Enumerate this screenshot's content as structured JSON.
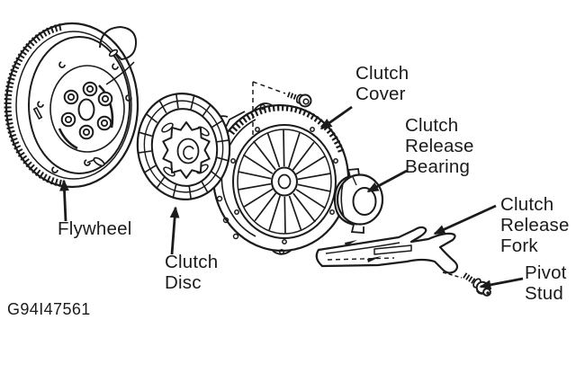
{
  "diagram": {
    "ref_code": "G94I47561",
    "colors": {
      "ink": "#1b1b1b",
      "background": "#ffffff"
    },
    "labels": {
      "flywheel": "Flywheel",
      "clutch_disc": "Clutch\nDisc",
      "clutch_cover": "Clutch\nCover",
      "clutch_release_bearing": "Clutch\nRelease\nBearing",
      "clutch_release_fork": "Clutch\nRelease\nFork",
      "pivot_stud": "Pivot\nStud"
    }
  }
}
